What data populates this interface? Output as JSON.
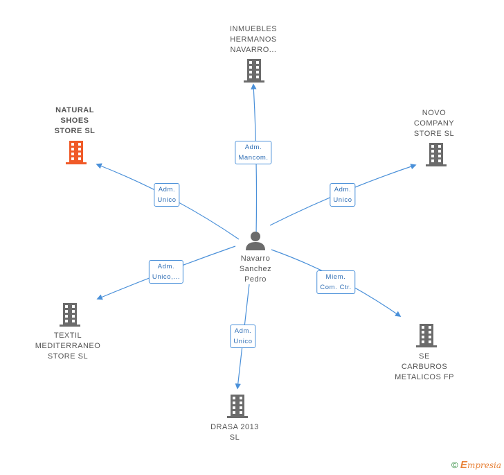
{
  "center": {
    "name_lines": [
      "Navarro",
      "Sanchez",
      "Pedro"
    ],
    "icon": "person-icon"
  },
  "companies": [
    {
      "id": "inmuebles",
      "lines": [
        "INMUEBLES",
        "HERMANOS",
        "NAVARRO..."
      ],
      "color": "#6b6b6b",
      "highlight": false,
      "relation": [
        "Adm.",
        "Mancom."
      ]
    },
    {
      "id": "natural",
      "lines": [
        "NATURAL",
        "SHOES",
        "STORE  SL"
      ],
      "color": "#f05a28",
      "highlight": true,
      "relation": [
        "Adm.",
        "Unico"
      ]
    },
    {
      "id": "novo",
      "lines": [
        "NOVO",
        "COMPANY",
        "STORE SL"
      ],
      "color": "#6b6b6b",
      "highlight": false,
      "relation": [
        "Adm.",
        "Unico"
      ]
    },
    {
      "id": "textil",
      "lines": [
        "TEXTIL",
        "MEDITERRANEO",
        "STORE  SL"
      ],
      "color": "#6b6b6b",
      "highlight": false,
      "relation": [
        "Adm.",
        "Unico,..."
      ]
    },
    {
      "id": "drasa",
      "lines": [
        "DRASA 2013",
        "SL"
      ],
      "color": "#6b6b6b",
      "highlight": false,
      "relation": [
        "Adm.",
        "Unico"
      ]
    },
    {
      "id": "carburos",
      "lines": [
        "SE",
        "CARBUROS",
        "METALICOS FP"
      ],
      "color": "#6b6b6b",
      "highlight": false,
      "relation": [
        "Miem.",
        "Com. Ctr."
      ]
    }
  ],
  "edge_color": "#4a90d9",
  "footer": {
    "copyright": "©",
    "brand_initial": "E",
    "brand_rest": "mpresia"
  }
}
